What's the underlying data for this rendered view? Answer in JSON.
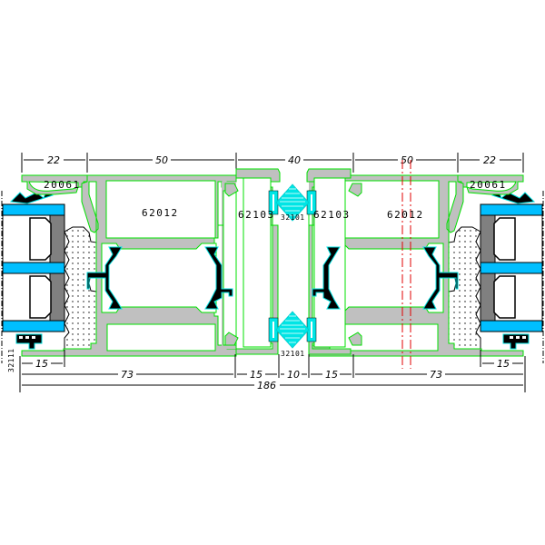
{
  "diagram": {
    "type": "window-frame-cross-section",
    "colors": {
      "profile_fill": "#c0c0c0",
      "profile_outline": "#00e000",
      "thermal_break": "#000000",
      "thermal_break_outline": "#00e0e0",
      "glass_spacer": "#00bfff",
      "glazing_bead_dark": "#808080",
      "center_gasket": "#00e5e5",
      "axis_line": "#e00000",
      "dimension_line": "#000000"
    },
    "top_dimensions": [
      {
        "label": "22"
      },
      {
        "label": "50"
      },
      {
        "label": "40"
      },
      {
        "label": "50"
      },
      {
        "label": "22"
      }
    ],
    "bottom_dimensions_row1": [
      {
        "label": "15"
      },
      {
        "label": "15"
      }
    ],
    "bottom_dimensions_row2": [
      {
        "label": "73"
      },
      {
        "label": "15"
      },
      {
        "label": "10"
      },
      {
        "label": "15"
      },
      {
        "label": "73"
      }
    ],
    "overall_dimension": {
      "label": "186"
    },
    "part_labels": {
      "bead_left": "20061",
      "bead_right": "20061",
      "sash_left": "62012",
      "sash_right": "62012",
      "interlock_left": "62103",
      "interlock_right": "62103",
      "gasket_top": "32101",
      "gasket_bottom": "32101",
      "glazing_gasket": "32111"
    }
  }
}
